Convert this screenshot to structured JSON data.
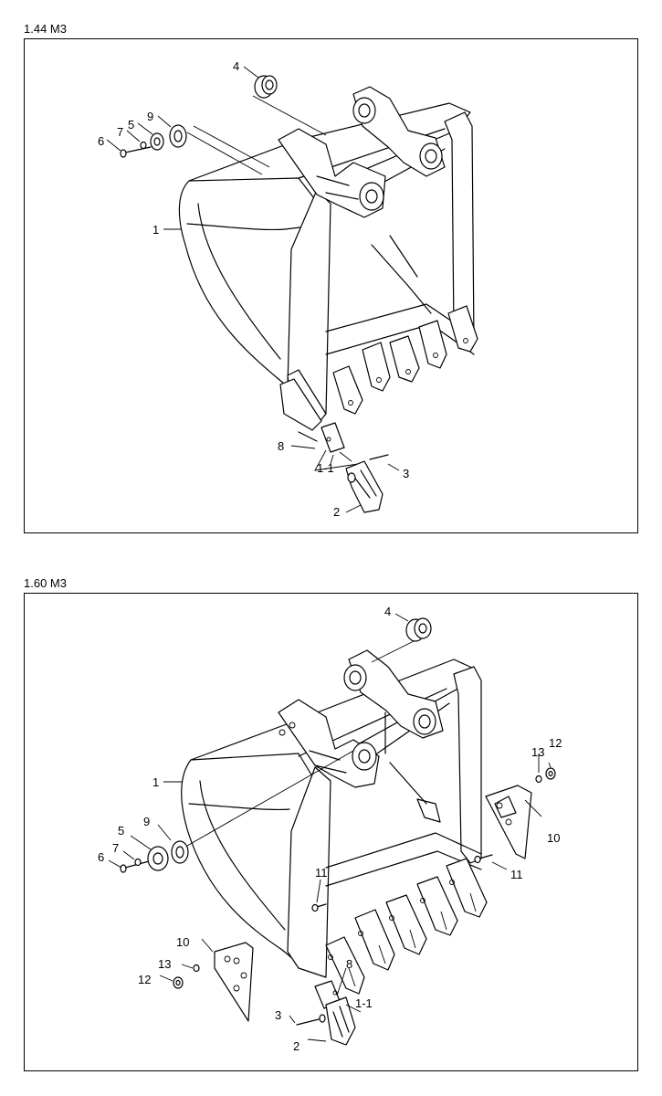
{
  "diagrams": [
    {
      "title": "1.44 M3",
      "labels": {
        "p1": "1",
        "p1_1": "1-1",
        "p2": "2",
        "p3": "3",
        "p4": "4",
        "p5": "5",
        "p6": "6",
        "p7": "7",
        "p8": "8",
        "p9": "9"
      }
    },
    {
      "title": "1.60 M3",
      "labels": {
        "p1": "1",
        "p1_1": "1-1",
        "p2": "2",
        "p3": "3",
        "p4": "4",
        "p5": "5",
        "p6": "6",
        "p7": "7",
        "p8": "8",
        "p9": "9",
        "p10a": "10",
        "p10b": "10",
        "p11a": "11",
        "p11b": "11",
        "p12a": "12",
        "p12b": "12",
        "p13a": "13",
        "p13b": "13"
      }
    }
  ]
}
